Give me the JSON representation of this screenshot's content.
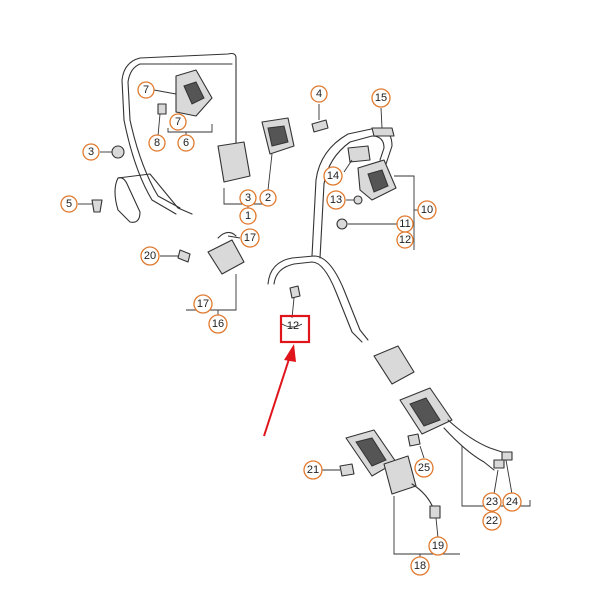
{
  "callouts": [
    {
      "label": "7"
    },
    {
      "label": "8"
    },
    {
      "label": "7"
    },
    {
      "label": "6"
    },
    {
      "label": "3"
    },
    {
      "label": "5"
    },
    {
      "label": "3"
    },
    {
      "label": "1"
    },
    {
      "label": "2"
    },
    {
      "label": "17"
    },
    {
      "label": "20"
    },
    {
      "label": "17"
    },
    {
      "label": "16"
    },
    {
      "label": "4"
    },
    {
      "label": "15"
    },
    {
      "label": "14"
    },
    {
      "label": "13"
    },
    {
      "label": "10"
    },
    {
      "label": "11"
    },
    {
      "label": "12"
    },
    {
      "label": "25"
    },
    {
      "label": "21"
    },
    {
      "label": "23"
    },
    {
      "label": "24"
    },
    {
      "label": "22"
    },
    {
      "label": "19"
    },
    {
      "label": "18"
    }
  ],
  "highlight": {
    "label": "12"
  },
  "accent_colors": {
    "callout": "#e07a2f",
    "highlight": "#e0141b"
  }
}
